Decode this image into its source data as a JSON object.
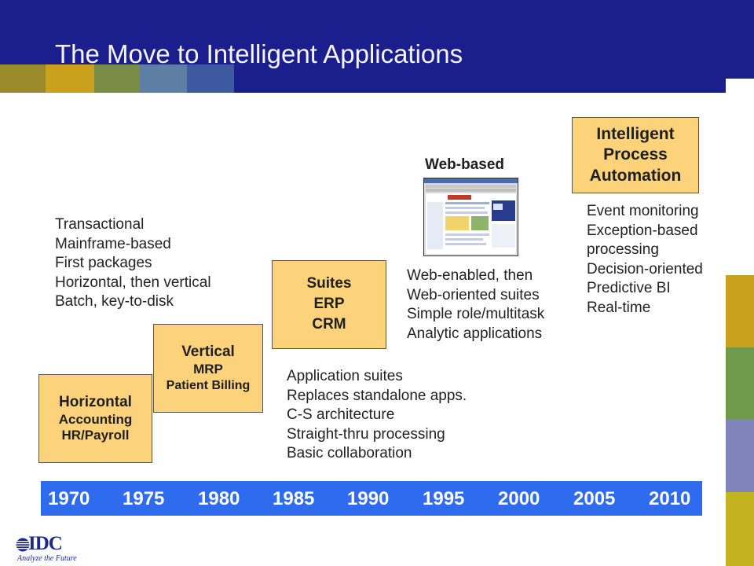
{
  "title": "The Move to Intelligent Applications",
  "eras": [
    {
      "heading": "Horizontal",
      "lines": [
        "Accounting",
        "HR/Payroll"
      ]
    },
    {
      "heading": "Vertical",
      "lines": [
        "MRP",
        "Patient Billing"
      ]
    },
    {
      "heading": "Suites",
      "lines": [
        "ERP",
        "CRM"
      ]
    },
    {
      "heading": "Web-based"
    },
    {
      "heading_lines": [
        "Intelligent",
        "Process",
        "Automation"
      ]
    }
  ],
  "descriptions": {
    "mainframe": [
      "Transactional",
      "Mainframe-based",
      "First packages",
      "Horizontal, then vertical",
      "Batch, key-to-disk"
    ],
    "suites": [
      "Application suites",
      "Replaces standalone apps.",
      "C-S architecture",
      "Straight-thru processing",
      "Basic collaboration"
    ],
    "web": [
      "Web-enabled, then",
      "Web-oriented suites",
      "Simple role/multitask",
      "Analytic applications"
    ],
    "intelligent": [
      "Event monitoring",
      "Exception-based",
      "processing",
      "Decision-oriented",
      "Predictive BI",
      "Real-time"
    ]
  },
  "timeline": [
    "1970",
    "1975",
    "1980",
    "1985",
    "1990",
    "1995",
    "2000",
    "2005",
    "2010"
  ],
  "logo": {
    "name": "IDC",
    "tagline": "Analyze the Future"
  },
  "colors": {
    "header": "#1b1f8e",
    "box": "#fcd27a",
    "timeline": "#2f6bef"
  }
}
